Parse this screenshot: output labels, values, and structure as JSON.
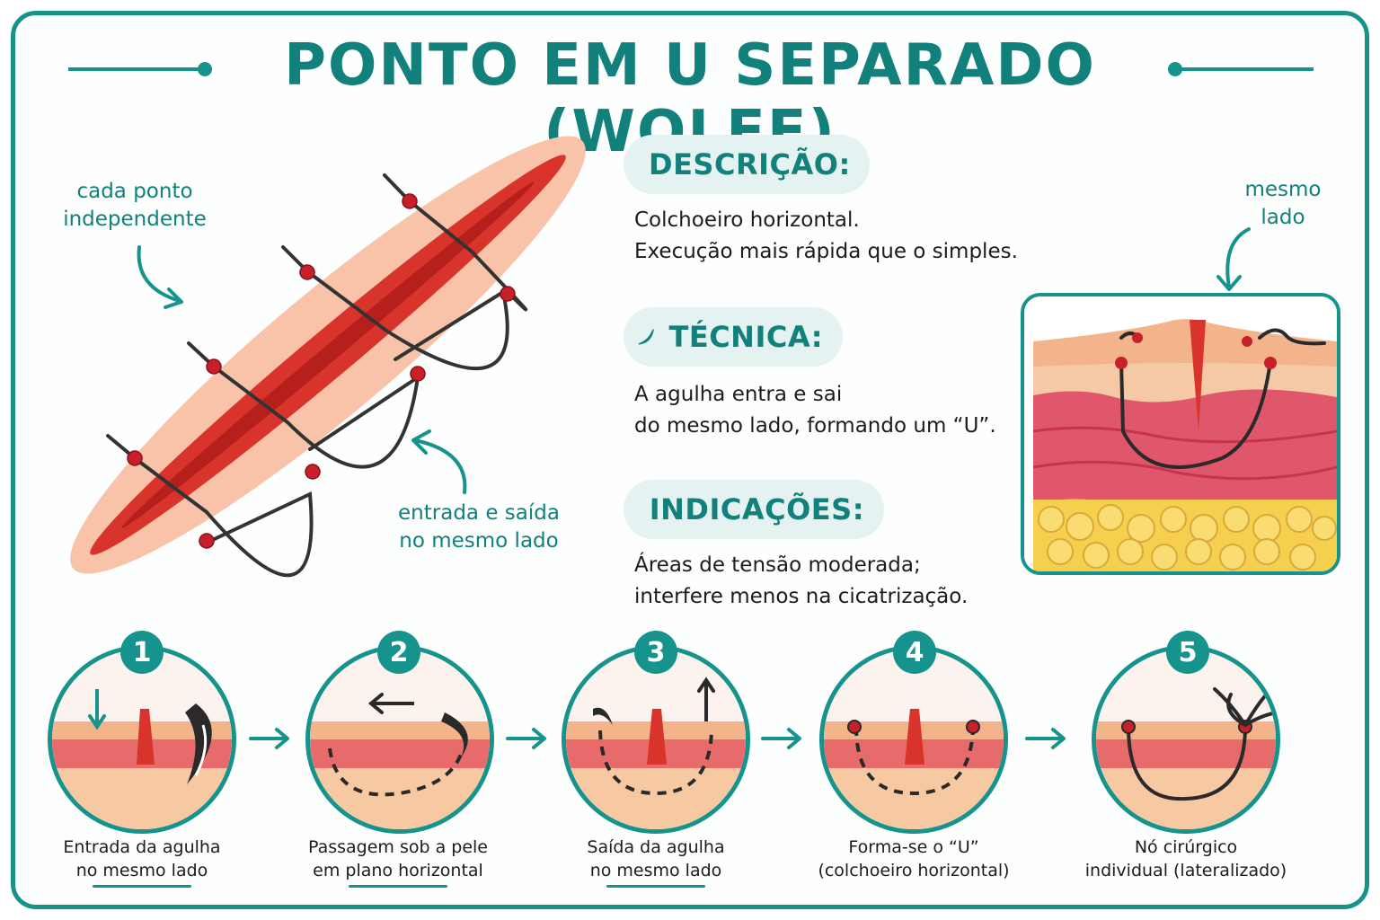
{
  "title": "PONTO EM U SEPARADO (WOLFF)",
  "callouts": {
    "independent": "cada ponto\nindependente",
    "same_side_entry": "entrada e saída\nno mesmo lado",
    "same_side_detail": "mesmo\nlado"
  },
  "sections": [
    {
      "icon": "clipboard-icon",
      "heading": "DESCRIÇÃO:",
      "text": "Colchoeiro horizontal.\nExecução mais rápida que o simples."
    },
    {
      "icon": "needle-icon",
      "heading": "TÉCNICA:",
      "text": "A agulha entra e sai\ndo mesmo lado, formando um “U”."
    },
    {
      "icon": "check-circle-icon",
      "heading": "INDICAÇÕES:",
      "text": "Áreas de tensão moderada;\ninterfere menos na cicatrização."
    }
  ],
  "steps": [
    {
      "number": "1",
      "caption": "Entrada da agulha\nno mesmo lado"
    },
    {
      "number": "2",
      "caption": "Passagem sob a pele\nem plano horizontal"
    },
    {
      "number": "3",
      "caption": "Saída da agulha\nno mesmo lado"
    },
    {
      "number": "4",
      "caption": "Forma-se o “U”\n(colchoeiro horizontal)"
    },
    {
      "number": "5",
      "caption": "Nó cirúrgico\nindividual (lateralizado)"
    }
  ],
  "colors": {
    "accent": "#17938d",
    "accent_dark": "#12807b",
    "wound": "#d9342b",
    "skin": "#f8c3a8",
    "dermis": "#e0576b",
    "fat": "#f6cf4e",
    "suture": "#333333"
  }
}
